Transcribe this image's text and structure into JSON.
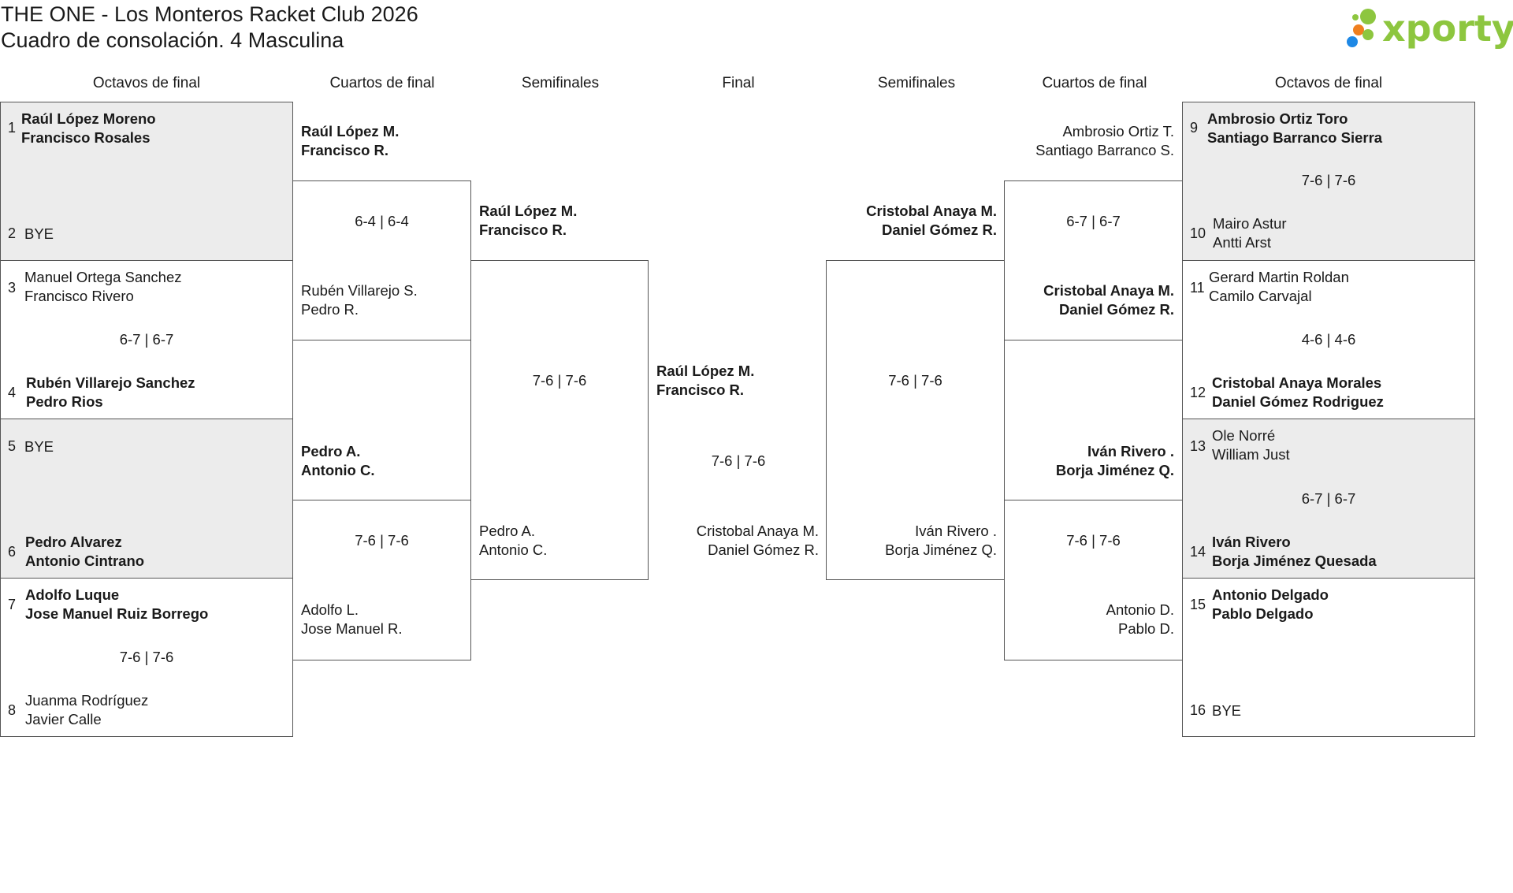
{
  "header": {
    "title_line1": "THE ONE - Los Monteros Racket Club 2026",
    "title_line2": "Cuadro de consolación. 4 Masculina"
  },
  "logo": {
    "text": "xporty"
  },
  "rounds": {
    "left_r16": "Octavos de final",
    "left_qf": "Cuartos de final",
    "left_sf": "Semifinales",
    "final": "Final",
    "right_sf": "Semifinales",
    "right_qf": "Cuartos de final",
    "right_r16": "Octavos de final"
  },
  "r16_left": [
    {
      "top": {
        "seed": "1",
        "p1": "Raúl López Moreno",
        "p2": "Francisco Rosales",
        "winner": true
      },
      "bottom": {
        "seed": "2",
        "p1": "BYE",
        "p2": "",
        "winner": false
      },
      "score": "",
      "shaded": true
    },
    {
      "top": {
        "seed": "3",
        "p1": "Manuel Ortega Sanchez",
        "p2": "Francisco Rivero",
        "winner": false
      },
      "bottom": {
        "seed": "4",
        "p1": "Rubén Villarejo Sanchez",
        "p2": "Pedro Rios",
        "winner": true
      },
      "score": "6-7 | 6-7",
      "shaded": false
    },
    {
      "top": {
        "seed": "5",
        "p1": "BYE",
        "p2": "",
        "winner": false
      },
      "bottom": {
        "seed": "6",
        "p1": "Pedro Alvarez",
        "p2": "Antonio Cintrano",
        "winner": true
      },
      "score": "",
      "shaded": true
    },
    {
      "top": {
        "seed": "7",
        "p1": "Adolfo Luque",
        "p2": "Jose Manuel Ruiz Borrego",
        "winner": true
      },
      "bottom": {
        "seed": "8",
        "p1": "Juanma Rodríguez",
        "p2": "Javier Calle",
        "winner": false
      },
      "score": "7-6 | 7-6",
      "shaded": false
    }
  ],
  "r16_right": [
    {
      "top": {
        "seed": "9",
        "p1": "Ambrosio Ortiz Toro",
        "p2": "Santiago Barranco Sierra",
        "winner": true
      },
      "bottom": {
        "seed": "10",
        "p1": "Mairo Astur",
        "p2": "Antti Arst",
        "winner": false
      },
      "score": "7-6 | 7-6",
      "shaded": true
    },
    {
      "top": {
        "seed": "11",
        "p1": "Gerard Martin Roldan",
        "p2": "Camilo Carvajal",
        "winner": false
      },
      "bottom": {
        "seed": "12",
        "p1": "Cristobal Anaya Morales",
        "p2": "Daniel Gómez Rodriguez",
        "winner": true
      },
      "score": "4-6 | 4-6",
      "shaded": false
    },
    {
      "top": {
        "seed": "13",
        "p1": "Ole Norré",
        "p2": "William Just",
        "winner": false
      },
      "bottom": {
        "seed": "14",
        "p1": "Iván Rivero",
        "p2": "Borja Jiménez Quesada",
        "winner": true
      },
      "score": "6-7 | 6-7",
      "shaded": true
    },
    {
      "top": {
        "seed": "15",
        "p1": "Antonio Delgado",
        "p2": "Pablo Delgado",
        "winner": true
      },
      "bottom": {
        "seed": "16",
        "p1": "BYE",
        "p2": "",
        "winner": false
      },
      "score": "",
      "shaded": false
    }
  ],
  "qf_left": [
    {
      "top": {
        "p1": "Raúl López M.",
        "p2": "Francisco R.",
        "winner": true
      },
      "bottom": {
        "p1": "Rubén Villarejo S.",
        "p2": "Pedro R.",
        "winner": false
      },
      "score": "6-4 | 6-4"
    },
    {
      "top": {
        "p1": "Pedro A.",
        "p2": "Antonio C.",
        "winner": true
      },
      "bottom": {
        "p1": "Adolfo L.",
        "p2": "Jose Manuel R.",
        "winner": false
      },
      "score": "7-6 | 7-6"
    }
  ],
  "qf_right": [
    {
      "top": {
        "p1": "Ambrosio Ortiz T.",
        "p2": "Santiago Barranco S.",
        "winner": false
      },
      "bottom": {
        "p1": "Cristobal Anaya M.",
        "p2": "Daniel Gómez R.",
        "winner": true
      },
      "score": "6-7 | 6-7"
    },
    {
      "top": {
        "p1": "Iván Rivero .",
        "p2": "Borja Jiménez Q.",
        "winner": true
      },
      "bottom": {
        "p1": "Antonio D.",
        "p2": "Pablo D.",
        "winner": false
      },
      "score": "7-6 | 7-6"
    }
  ],
  "sf_left": {
    "top": {
      "p1": "Raúl López M.",
      "p2": "Francisco R.",
      "winner": true
    },
    "bottom": {
      "p1": "Pedro A.",
      "p2": "Antonio C.",
      "winner": false
    },
    "score": "7-6 | 7-6"
  },
  "sf_right": {
    "top": {
      "p1": "Cristobal Anaya M.",
      "p2": "Daniel Gómez R.",
      "winner": true
    },
    "bottom": {
      "p1": "Iván Rivero .",
      "p2": "Borja Jiménez Q.",
      "winner": false
    },
    "score": "7-6 | 7-6"
  },
  "final": {
    "top": {
      "p1": "Raúl López M.",
      "p2": "Francisco R.",
      "winner": true
    },
    "bottom": {
      "p1": "Cristobal Anaya M.",
      "p2": "Daniel Gómez R.",
      "winner": false
    },
    "score": "7-6 | 7-6"
  },
  "colors": {
    "line": "#555555",
    "shade": "#ececec",
    "logo_text": "#8dc63f",
    "dot_blue": "#1e88e5",
    "dot_orange": "#f07f1f",
    "dot_green": "#8dc63f"
  }
}
